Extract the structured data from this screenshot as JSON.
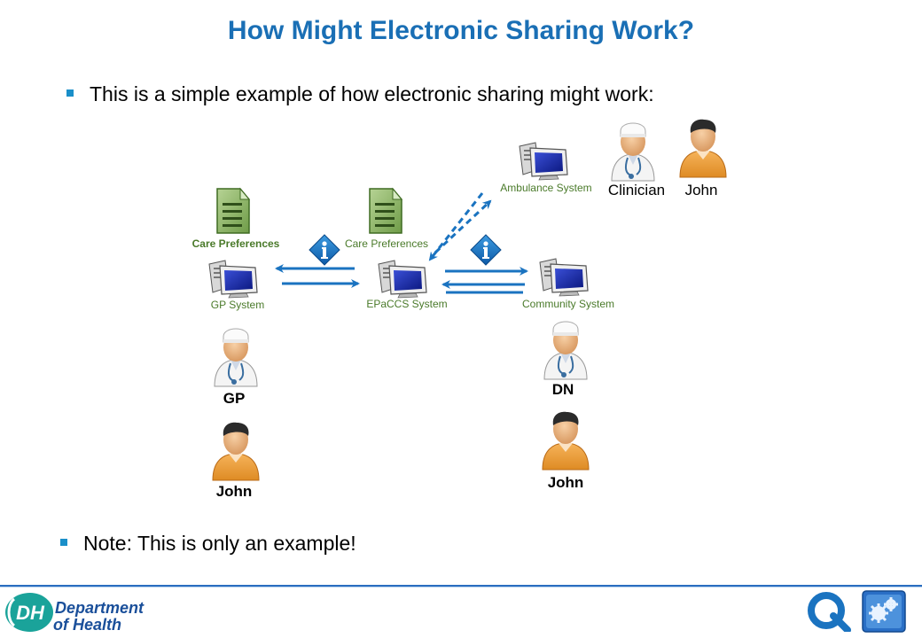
{
  "title": "How Might Electronic Sharing Work?",
  "bullets": {
    "intro": "This is a simple example of how electronic sharing might work:",
    "note": "Note: This is only an example!"
  },
  "diagram": {
    "gp_system": {
      "doc_label": "Care Preferences",
      "label": "GP System"
    },
    "epaccs_system": {
      "doc_label": "Care Preferences",
      "label": "EPaCCS System"
    },
    "community_system": {
      "label": "Community System"
    },
    "ambulance_system": {
      "label": "Ambulance System"
    },
    "gp": {
      "label": "GP"
    },
    "gp_patient": {
      "label": "John"
    },
    "dn": {
      "label": "DN"
    },
    "dn_patient": {
      "label": "John"
    },
    "clinician": {
      "label": "Clinician"
    },
    "ambulance_patient": {
      "label": "John"
    }
  },
  "footer": {
    "logo_text": "DH",
    "dept_line1": "Department",
    "dept_line2": "of Health"
  },
  "colors": {
    "title": "#1a6fb5",
    "arrow": "#1a73c0",
    "label_green": "#4a7a2a",
    "document_green": "#8fb56b",
    "person_orange": "#f0a545"
  },
  "icons": [
    "document-icon",
    "computer-icon",
    "info-icon",
    "doctor-icon",
    "person-icon",
    "dh-logo-icon",
    "q-logo-icon",
    "gear-logo-icon"
  ]
}
